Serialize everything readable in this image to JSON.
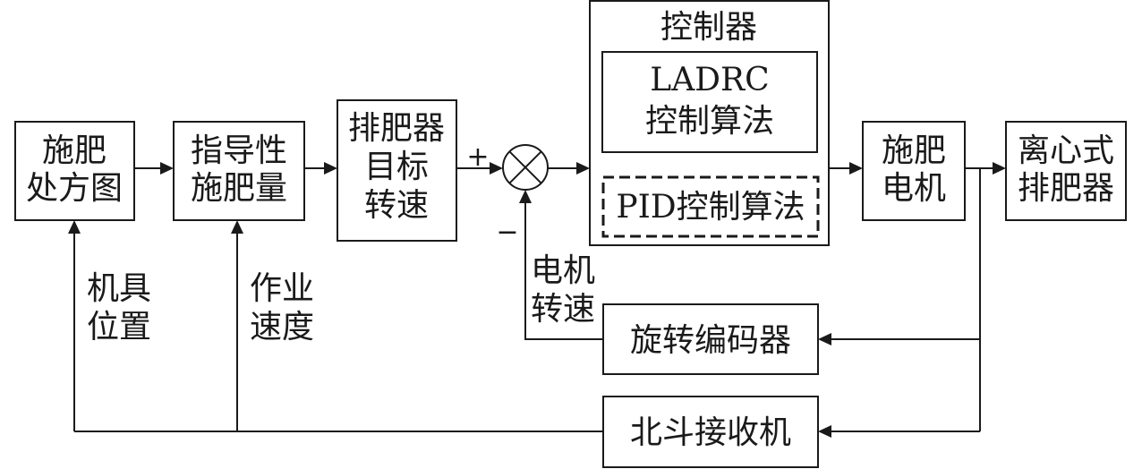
{
  "blocks": {
    "prescription_map": [
      "施肥",
      "处方图"
    ],
    "guided_amount": [
      "指导性",
      "施肥量"
    ],
    "target_speed": [
      "排肥器",
      "目标",
      "转速"
    ],
    "controller_title": "控制器",
    "ladrc": [
      "LADRC",
      "控制算法"
    ],
    "pid": "PID控制算法",
    "motor": [
      "施肥",
      "电机"
    ],
    "spreader": [
      "离心式",
      "排肥器"
    ],
    "encoder": "旋转编码器",
    "beidou": "北斗接收机"
  },
  "signals": {
    "machine_position": [
      "机具",
      "位置"
    ],
    "work_speed": [
      "作业",
      "速度"
    ],
    "motor_speed": [
      "电机",
      "转速"
    ]
  },
  "summing_junction": {
    "plus": "+",
    "minus": "−"
  }
}
